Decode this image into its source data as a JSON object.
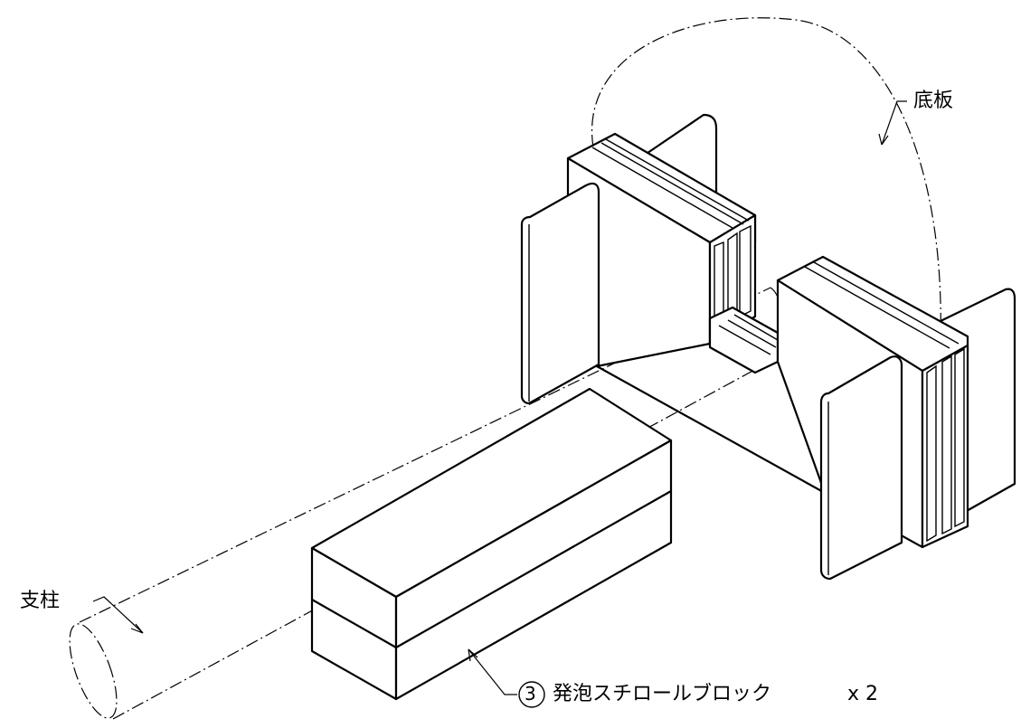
{
  "labels": {
    "bottom_plate": "底板",
    "post": "支柱",
    "part_number": "3",
    "foam_block": "発泡スチロールブロック",
    "quantity": "x 2"
  }
}
